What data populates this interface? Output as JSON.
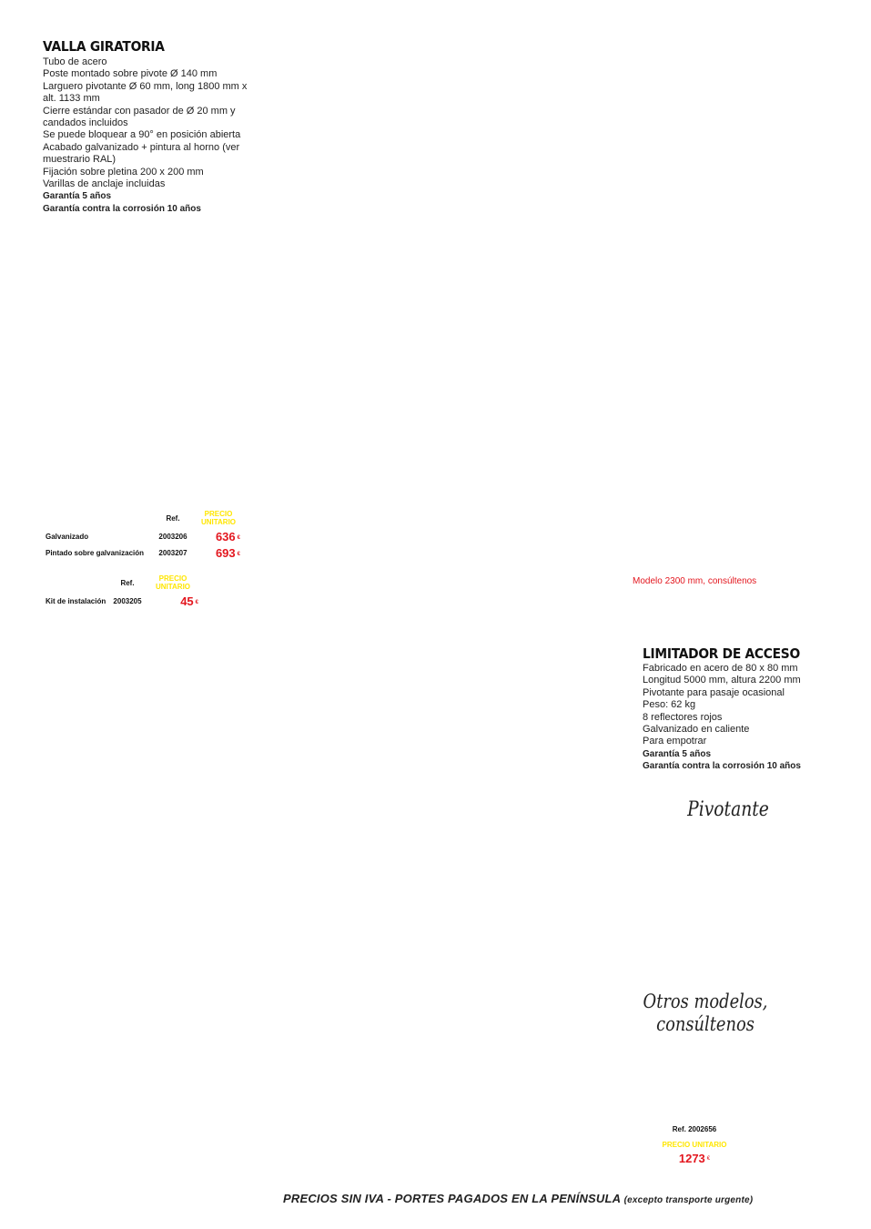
{
  "valla": {
    "title": "VALLA GIRATORIA",
    "specs": [
      "Tubo de acero",
      "Poste montado sobre pivote Ø 140 mm",
      "Larguero pivotante Ø 60 mm, long 1800 mm x alt. 1133 mm",
      "Cierre estándar con pasador de Ø 20 mm y candados incluidos",
      "Se puede bloquear a 90° en posición abierta",
      "Acabado galvanizado + pintura al horno (ver muestrario RAL)",
      "Fijación sobre pletina 200 x 200 mm",
      "Varillas de anclaje incluidas"
    ],
    "warranty": "Garantía 5 años",
    "corrosion": "Garantía contra la corrosión 10 años",
    "table1": {
      "ref_header": "Ref.",
      "price_header_1": "PRECIO",
      "price_header_2": "UNITARIO",
      "rows": [
        {
          "name": "Galvanizado",
          "ref": "2003206",
          "price": "636",
          "currency": "€"
        },
        {
          "name": "Pintado sobre galvanización",
          "ref": "2003207",
          "price": "693",
          "currency": "€"
        }
      ]
    },
    "table2": {
      "ref_header": "Ref.",
      "price_header_1": "PRECIO",
      "price_header_2": "UNITARIO",
      "rows": [
        {
          "name": "Kit de instalación",
          "ref": "2003205",
          "price": "45",
          "currency": "€"
        }
      ]
    }
  },
  "modelo_note": "Modelo 2300 mm, consúltenos",
  "limitador": {
    "title": "LIMITADOR DE ACCESO",
    "specs": [
      "Fabricado en acero de 80 x 80 mm",
      "Longitud 5000 mm, altura 2200 mm",
      "Pivotante para pasaje ocasional",
      "Peso: 62 kg",
      "8 reflectores rojos",
      "Galvanizado en caliente",
      "Para empotrar"
    ],
    "warranty": "Garantía 5 años",
    "corrosion": "Garantía contra la corrosión 10 años",
    "script_label": "Pivotante",
    "others_line1": "Otros modelos,",
    "others_line2": "consúltenos",
    "ref_label": "Ref. 2002656",
    "price_label": "PRECIO UNITARIO",
    "price": "1273",
    "currency": "€"
  },
  "footer": {
    "main": "PRECIOS SIN IVA - PORTES PAGADOS EN LA PENÍNSULA",
    "note": "(excepto transporte urgente)"
  },
  "colors": {
    "accent_red": "#e3161e",
    "accent_yellow": "#ffe600"
  }
}
